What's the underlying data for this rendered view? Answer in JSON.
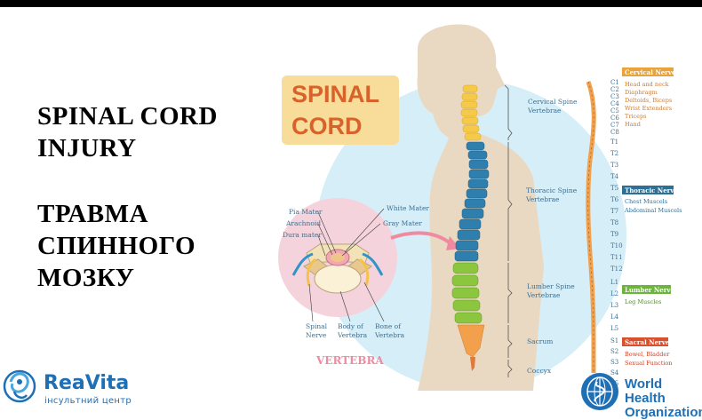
{
  "slide": {
    "title_en": [
      "SPINAL CORD",
      "INJURY"
    ],
    "title_uk": [
      "ТРАВМА",
      "СПИННОГО",
      "МОЗКУ"
    ]
  },
  "infographic": {
    "heading_line1": "SPINAL",
    "heading_line2": "CORD",
    "regions": {
      "cervical": [
        "Cervical Spine",
        "Vertebrae"
      ],
      "thoracic": [
        "Thoracic Spine",
        "Vertebrae"
      ],
      "lumbar": [
        "Lumber Spine",
        "Vertebrae"
      ],
      "sacrum": "Sacrum",
      "coccyx": "Coccyx"
    },
    "vertebra": {
      "caption": "VERTEBRA",
      "labels": {
        "pia": "Pia Mater",
        "arachnoid": "Arachnoid",
        "dura": "Dura mater",
        "white": "White Mater",
        "gray": "Gray Mater",
        "spinal_nerve": [
          "Spinal",
          "Nerve"
        ],
        "body": [
          "Body of",
          "Vertebra"
        ],
        "bone": [
          "Bone of",
          "Vertebra"
        ]
      }
    },
    "segments": {
      "cervical": [
        "C1",
        "C2",
        "C3",
        "C4",
        "C5",
        "C6",
        "C7",
        "C8"
      ],
      "thoracic": [
        "T1",
        "T2",
        "T3",
        "T4",
        "T5",
        "T6",
        "T7",
        "T8",
        "T9",
        "T10",
        "T11",
        "T12"
      ],
      "lumbar": [
        "L1",
        "L2",
        "L3",
        "L4",
        "L5"
      ],
      "sacral": [
        "S1",
        "S2",
        "S3",
        "S4",
        "S5"
      ]
    },
    "nerves": {
      "cervical": {
        "title": "Cervical Nerves",
        "items": [
          "Head and neck",
          "Diaphragm",
          "Deltoids, Biceps",
          "Wrist Extenders",
          "Triceps",
          "Hand"
        ]
      },
      "thoracic": {
        "title": "Thoracic Nerves",
        "items": [
          "Chest Muscels",
          "Abdominal Muscels"
        ]
      },
      "lumbar": {
        "title": "Lumber Nerves",
        "items": [
          "Leg Muscles"
        ]
      },
      "sacral": {
        "title": "Sacral Nerves",
        "items": [
          "Bowel, Bladder",
          "Sexual Function"
        ]
      }
    }
  },
  "logos": {
    "reavita_name": "ReaVita",
    "reavita_sub": "інсультний центр",
    "who": [
      "World Health",
      "Organization"
    ]
  },
  "colors": {
    "cervical": "#e8a33a",
    "thoracic": "#2e6f95",
    "lumbar": "#6db33f",
    "sacral": "#d9502f",
    "heading_bg": "#f7dc9a",
    "heading_text": "#d8622a",
    "circle": "#d6eef8",
    "pink_circle": "#f4d3dc",
    "body": "#ead9c2",
    "label": "#3b6f92",
    "logo_blue": "#1f6fb5"
  }
}
